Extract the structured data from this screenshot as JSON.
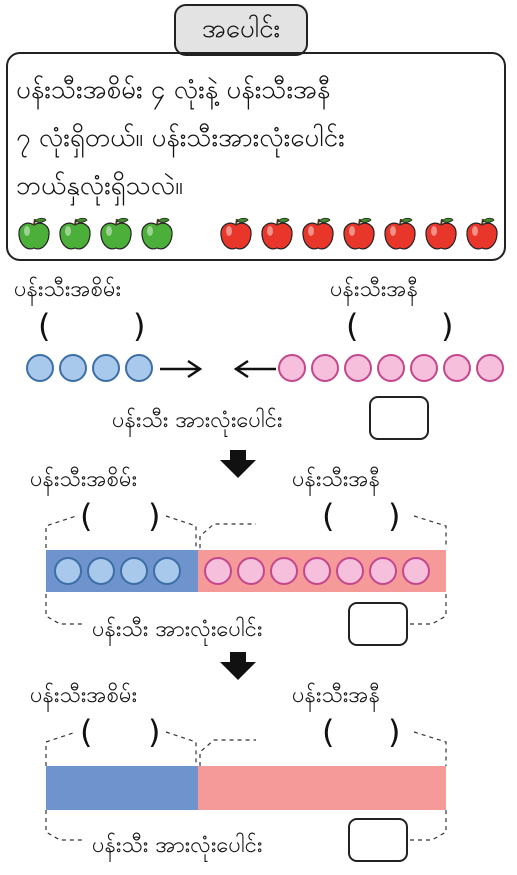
{
  "title": "အပေါင်း",
  "problem": {
    "line1": "ပန်းသီးအစိမ်း ၄ လုံးနဲ့ ပန်းသီးအနီ",
    "line2": "၇ လုံးရှိတယ်။ ပန်းသီးအားလုံးပေါင်း",
    "line3": "ဘယ်နှလုံးရှိသလဲ။"
  },
  "apples": {
    "green_count": 4,
    "red_count": 7
  },
  "labels": {
    "green": "ပန်းသီးအစိမ်း",
    "red": "ပန်းသီးအနီ",
    "total_spaced": "ပန်းသီး အားလုံးပေါင်း",
    "paren_open": "(",
    "paren_close": ")"
  },
  "colors": {
    "green_apple": "#4caf3a",
    "red_apple": "#e8362b",
    "blue_circle": "#a9c9ec",
    "pink_circle": "#f6bfdc",
    "blue_bar": "#6f93cc",
    "red_bar": "#f59a98"
  },
  "icons": [
    "green-apple-icon",
    "red-apple-icon",
    "arrow-right-icon",
    "arrow-left-icon",
    "down-arrow-icon"
  ]
}
